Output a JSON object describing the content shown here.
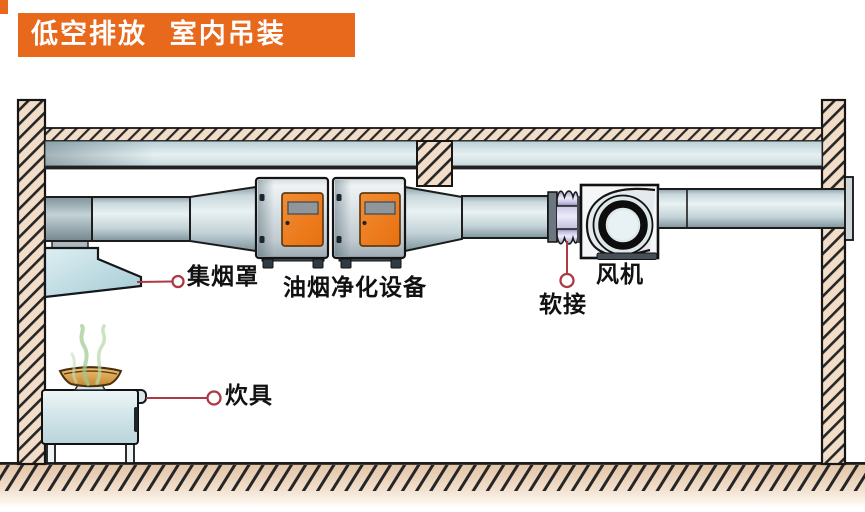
{
  "banner": {
    "title": "低空排放  室内吊装"
  },
  "labels": {
    "hood": "集烟罩",
    "purifier": "油烟净化设备",
    "flex_joint": "软接",
    "fan": "风机",
    "cookware": "炊具"
  },
  "colors": {
    "banner_orange": "#e8681c",
    "door_orange": "#ee7b1d",
    "leader_red": "#ac3a42",
    "duct_blue_gray": "#c6d6da",
    "wall_hatch_tan": "#f1ddc8",
    "label_text": "#111111"
  }
}
